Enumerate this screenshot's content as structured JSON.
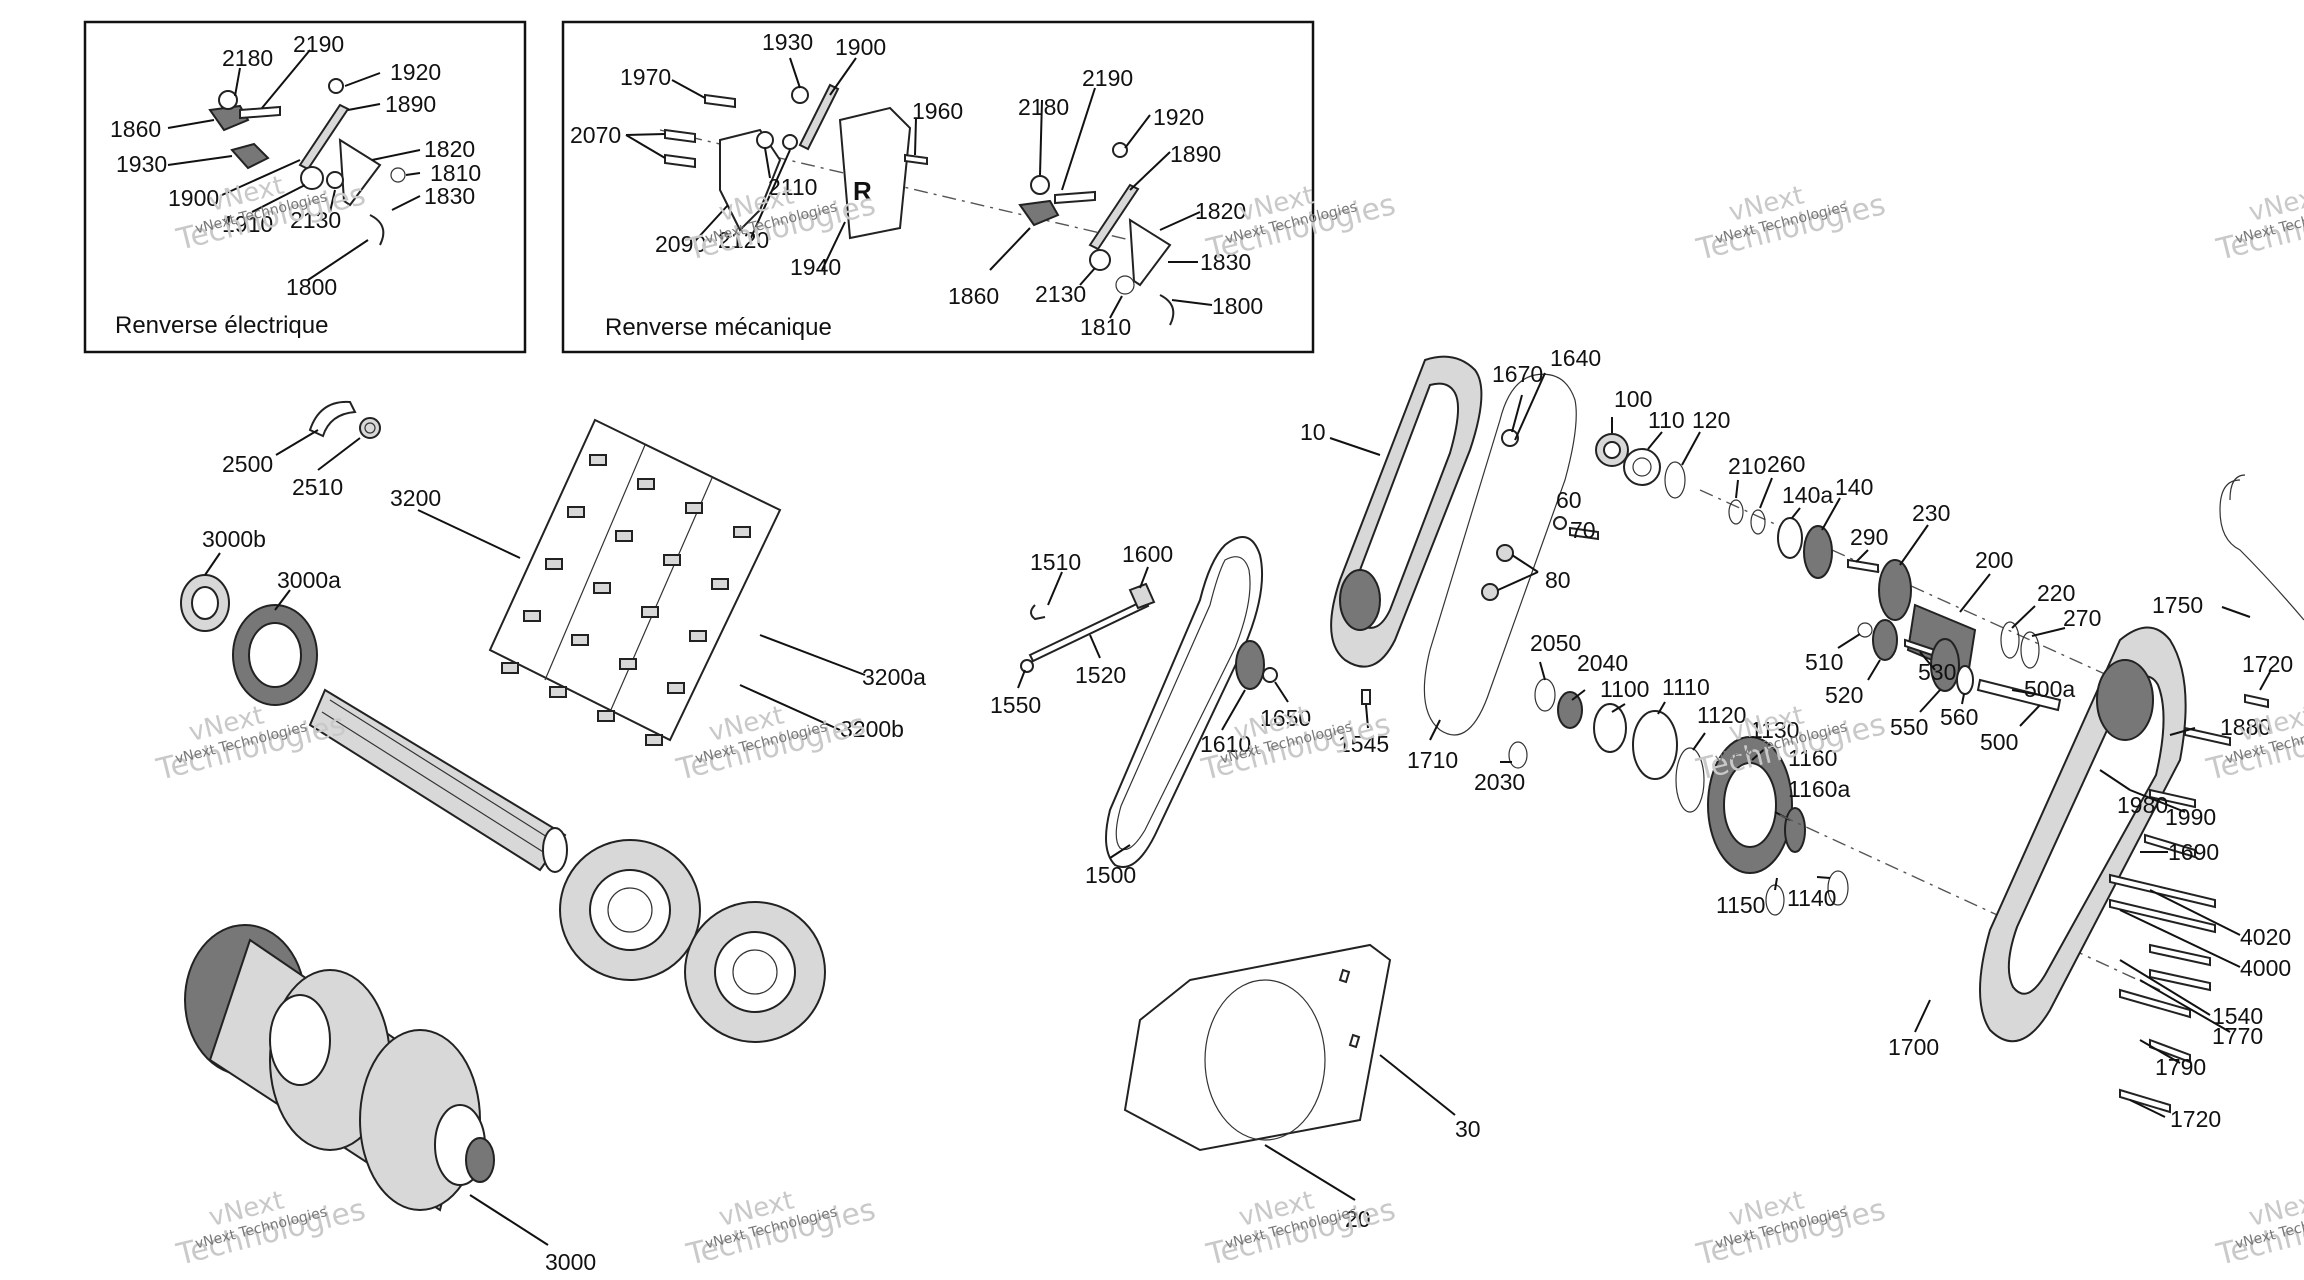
{
  "insets": [
    {
      "caption": "Renverse électrique"
    },
    {
      "caption": "Renverse mécanique"
    }
  ],
  "labels": {
    "l2180a": "2180",
    "l2190a": "2190",
    "l1920a": "1920",
    "l1890a": "1890",
    "l1860a": "1860",
    "l1930a": "1930",
    "l1820a": "1820",
    "l1810a": "1810",
    "l1830a": "1830",
    "l1900a": "1900",
    "l1910a": "1910",
    "l2130a": "2130",
    "l1800a": "1800",
    "l1930b": "1930",
    "l1900b": "1900",
    "l1970b": "1970",
    "l1960b": "1960",
    "l2070b": "2070",
    "l2110b": "2110",
    "l2090b": "2090",
    "l2120b": "2120",
    "l1940b": "1940",
    "l2180b": "2180",
    "l2190b": "2190",
    "l1920b": "1920",
    "l1890b": "1890",
    "l1820b": "1820",
    "l1830b": "1830",
    "l1860b": "1860",
    "l2130b": "2130",
    "l1810b": "1810",
    "l1800b": "1800",
    "l2500": "2500",
    "l2510": "2510",
    "l3200": "3200",
    "l3000b": "3000b",
    "l3000a": "3000a",
    "l3200a": "3200a",
    "l3200b": "3200b",
    "l3000": "3000",
    "l1510": "1510",
    "l1600": "1600",
    "l1520": "1520",
    "l1550": "1550",
    "l1610": "1610",
    "l1650": "1650",
    "l1500": "1500",
    "l1545": "1545",
    "l10": "10",
    "l1670": "1670",
    "l1640": "1640",
    "l100": "100",
    "l110": "110",
    "l120": "120",
    "l60": "60",
    "l70": "70",
    "l80": "80",
    "l1710": "1710",
    "l2050": "2050",
    "l2040": "2040",
    "l1100": "1100",
    "l1110": "1110",
    "l1120": "1120",
    "l2030": "2030",
    "l1130": "1130",
    "l1160": "1160",
    "l1160a": "1160a",
    "l1150": "1150",
    "l1140": "1140",
    "l210": "210",
    "l260": "260",
    "l140a": "140a",
    "l140": "140",
    "l290": "290",
    "l230": "230",
    "l200": "200",
    "l220": "220",
    "l270": "270",
    "l510": "510",
    "l520": "520",
    "l530": "530",
    "l550": "550",
    "l560": "560",
    "l500a": "500a",
    "l500": "500",
    "l1750": "1750",
    "l1720a": "1720",
    "l1880": "1880",
    "l1980": "1980",
    "l1990": "1990",
    "l1690": "1690",
    "l4020": "4020",
    "l4000": "4000",
    "l1540": "1540",
    "l1770": "1770",
    "l1790": "1790",
    "l1700": "1700",
    "l1720b": "1720",
    "l30": "30",
    "l20": "20"
  },
  "watermark": {
    "line1": "vNext",
    "line2": "Technologies",
    "small": "vNext Technologies"
  }
}
